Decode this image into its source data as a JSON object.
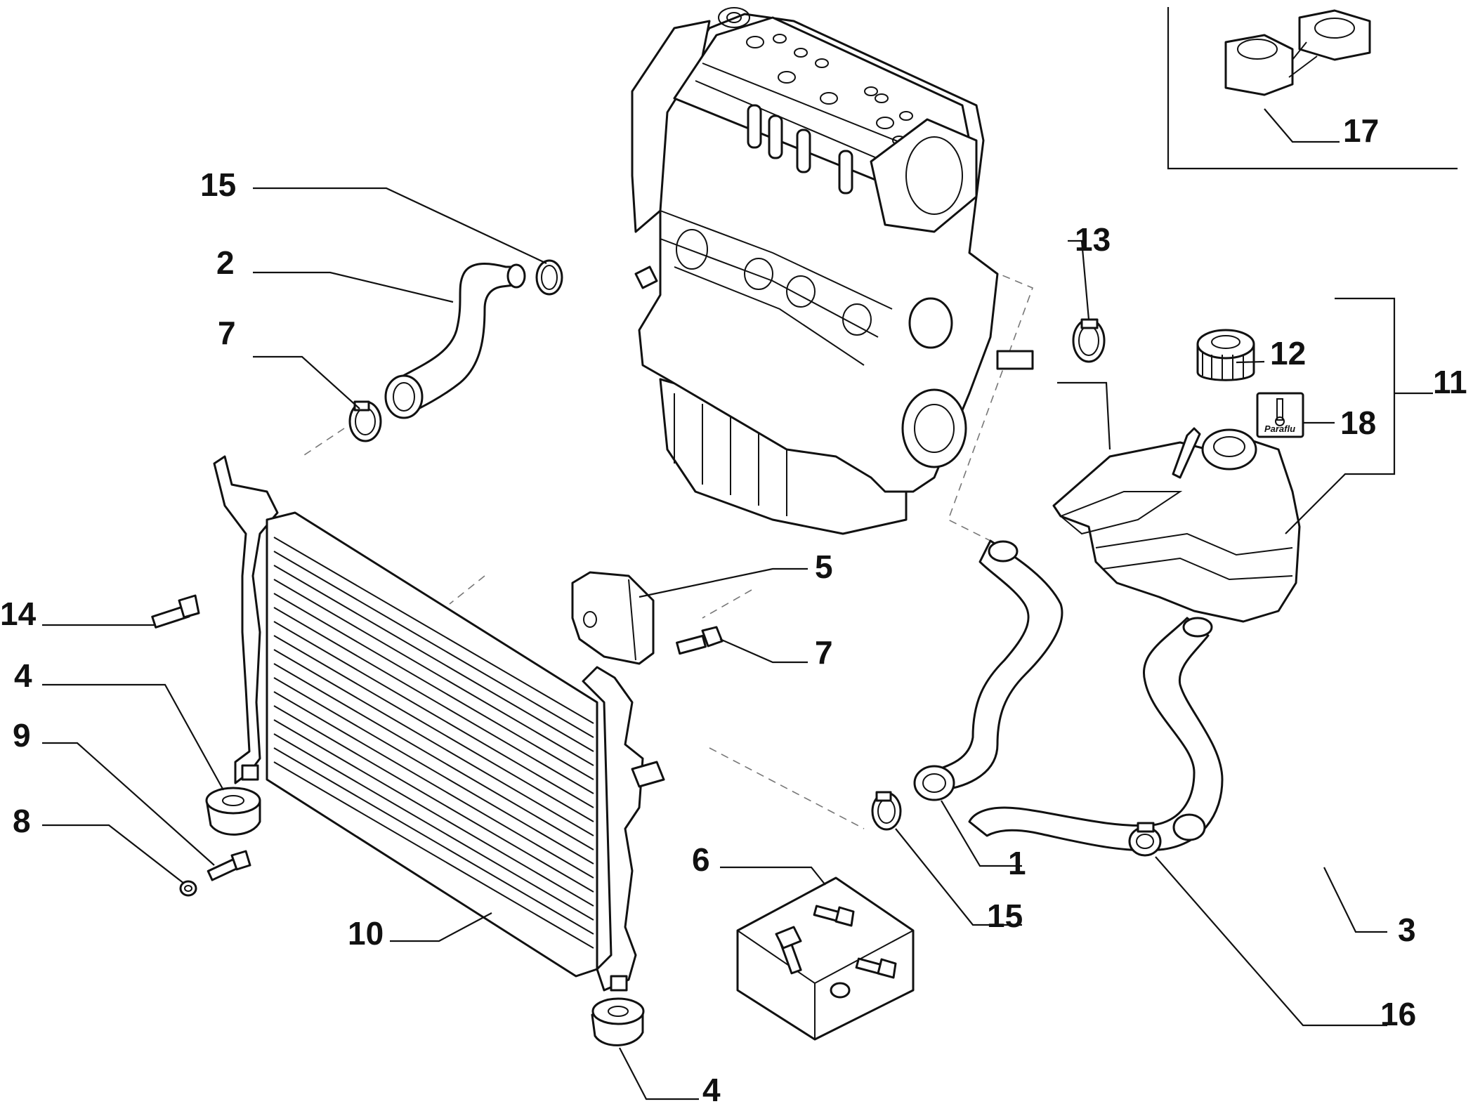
{
  "diagram": {
    "callouts": {
      "c1": "1",
      "c2": "2",
      "c3": "3",
      "c4a": "4",
      "c4b": "4",
      "c5": "5",
      "c6": "6",
      "c7a": "7",
      "c7b": "7",
      "c8": "8",
      "c9": "9",
      "c10": "10",
      "c11": "11",
      "c12": "12",
      "c13": "13",
      "c14": "14",
      "c15a": "15",
      "c15b": "15",
      "c16": "16",
      "c17": "17",
      "c18": "18"
    },
    "badge_text": "Paraflu",
    "line_color": "#111111",
    "background": "#ffffff"
  }
}
